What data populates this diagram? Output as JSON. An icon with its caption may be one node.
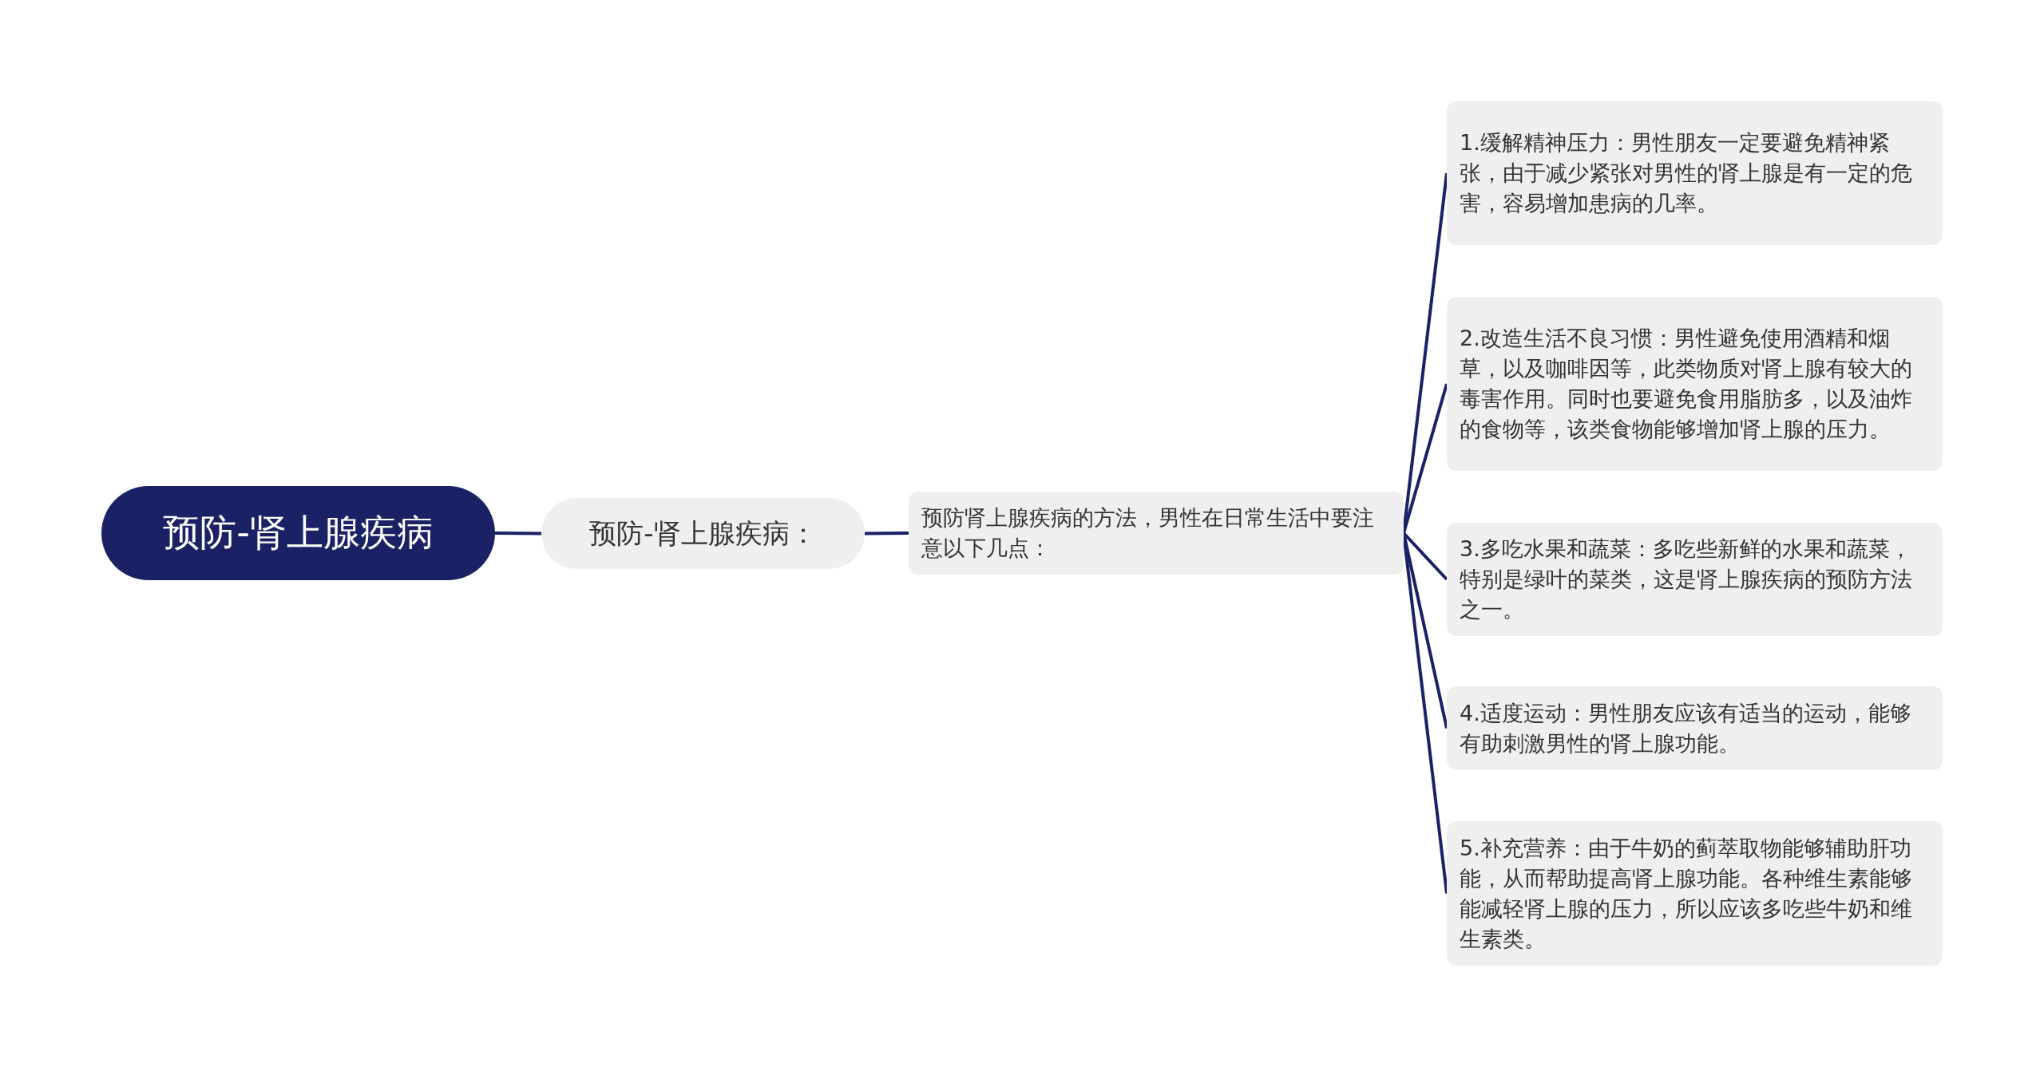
{
  "diagram": {
    "nodes": [
      {
        "text": [
          "预防-肾上腺疾病"
        ]
      },
      {
        "text": [
          "预防-肾上腺疾病："
        ]
      },
      {
        "text": [
          "预防肾上腺疾病的方法，男性在日常生活中要注意以下几点："
        ]
      },
      {
        "text": [
          "1.缓解精神压力：男性朋友一定要避免精神紧张，由于减少紧张对男性的肾上腺是有一定的危害，容易增加患病的几率。"
        ]
      },
      {
        "text": [
          "2.改造生活不良习惯：男性避免使用酒精和烟草，以及咖啡因等，此类物质对肾上腺有较大的毒害作用。同时也要避免食用脂肪多，以及油炸的食物等，该类食物能够增加肾上腺的压力。"
        ]
      },
      {
        "text": [
          "3.多吃水果和蔬菜：多吃些新鲜的水果和蔬菜，特别是绿叶的菜类，这是肾上腺疾病的预防方法之一。"
        ]
      },
      {
        "text": [
          "4.适度运动：男性朋友应该有适当的运动，能够有助刺激男性的肾上腺功能。"
        ]
      },
      {
        "text": [
          "5.补充营养：由于牛奶的蓟萃取物能够辅助肝功能，从而帮助提高肾上腺功能。各种维生素能够能减轻肾上腺的压力，所以应该多吃些牛奶和维生素类。"
        ]
      }
    ],
    "edges": [
      {
        "from": 0,
        "to": 1,
        "arrow": "none"
      },
      {
        "from": 1,
        "to": 2,
        "arrow": "none"
      },
      {
        "from": 2,
        "to": 3,
        "arrow": "none"
      },
      {
        "from": 2,
        "to": 4,
        "arrow": "none"
      },
      {
        "from": 2,
        "to": 5,
        "arrow": "none"
      },
      {
        "from": 2,
        "to": 6,
        "arrow": "none"
      },
      {
        "from": 2,
        "to": 7,
        "arrow": "none"
      }
    ]
  }
}
